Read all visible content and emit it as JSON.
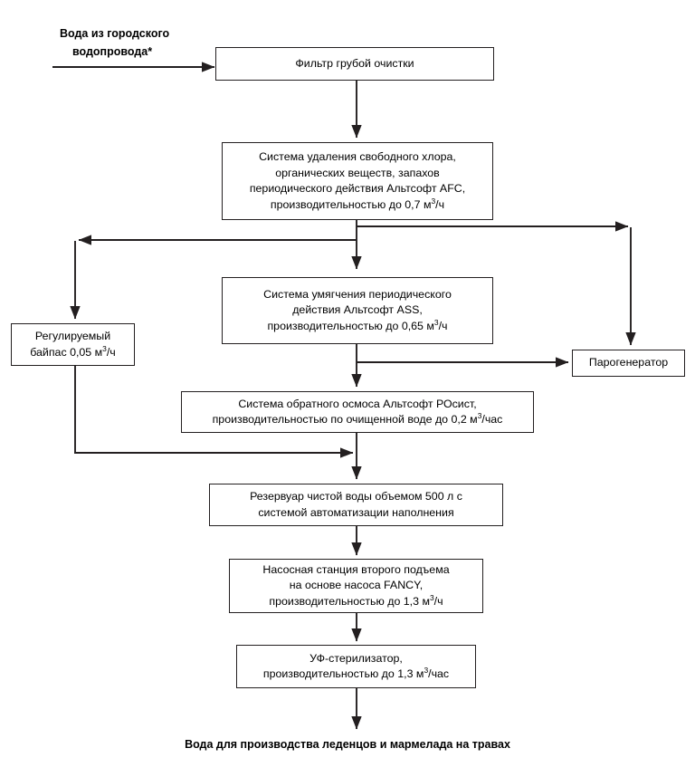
{
  "diagram": {
    "type": "flowchart",
    "orientation": "vertical",
    "line_color": "#231f20",
    "background": "#ffffff",
    "input_label": {
      "line1": "Вода из городского",
      "line2": "водопровода*"
    },
    "output_label": "Вода для производства леденцов и мармелада на травах",
    "nodes": [
      {
        "id": "coarse-filter",
        "lines": [
          "Фильтр грубой очистки"
        ]
      },
      {
        "id": "dechlorination",
        "lines": [
          "Система удаления свободного хлора,",
          "органических веществ, запахов",
          "периодического действия Альтсофт AFC,",
          "производительностью до 0,7 м3/ч"
        ]
      },
      {
        "id": "softening",
        "lines": [
          "Система умягчения периодического",
          "действия Альтсофт ASS,",
          "производительностью до 0,65 м3/ч"
        ]
      },
      {
        "id": "bypass",
        "lines": [
          "Регулируемый",
          "байпас 0,05 м3/ч"
        ]
      },
      {
        "id": "steam-generator",
        "lines": [
          "Парогенератор"
        ]
      },
      {
        "id": "reverse-osmosis",
        "lines": [
          "Система обратного осмоса Альтсофт РОсист,",
          "производительностью по очищенной воде до 0,2 м3/час"
        ]
      },
      {
        "id": "clean-water-tank",
        "lines": [
          "Резервуар чистой воды объемом 500 л с",
          "системой автоматизации наполнения"
        ]
      },
      {
        "id": "pump-station",
        "lines": [
          "Насосная станция второго подъема",
          "на основе насоса FANCY,",
          "производительностью до 1,3 м3/ч"
        ]
      },
      {
        "id": "uv-sterilizer",
        "lines": [
          "УФ-стерилизатор,",
          "производительностью до 1,3 м3/час"
        ]
      }
    ]
  }
}
